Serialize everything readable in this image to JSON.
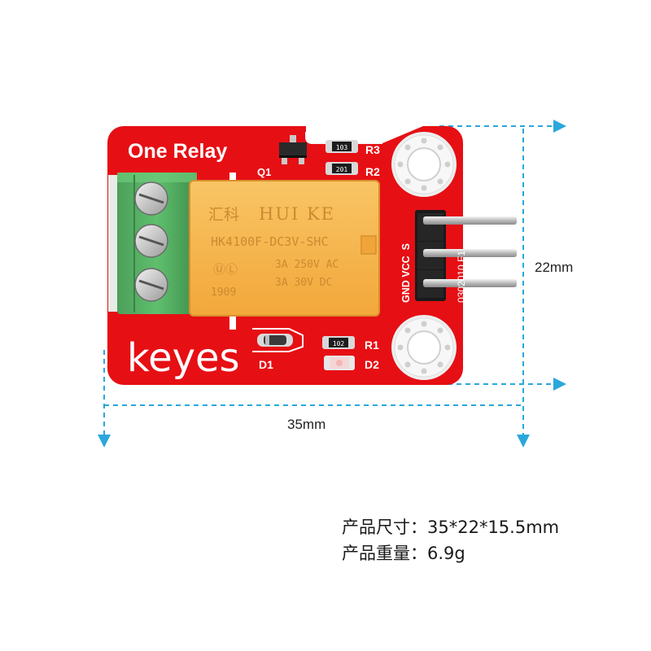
{
  "board": {
    "title": "One Relay",
    "brand": "keyes",
    "labels": {
      "q1": "Q1",
      "r1": "R1",
      "r2": "R2",
      "r3": "R3",
      "d1": "D1",
      "d2": "D2",
      "pins": "GND VCC  S",
      "pcb_code": "0302010 F1"
    },
    "smd_codes": {
      "r3": "103",
      "r2": "201",
      "r1": "102"
    },
    "relay": {
      "logo": "汇科",
      "brand": "HUI KE",
      "model": "HK4100F-DC3V-SHC",
      "rating_ac": "3A 250V AC",
      "rating_dc": "3A 30V DC",
      "date_code": "1909"
    },
    "colors": {
      "pcb": "#e60f14",
      "relay": "#f6b44a",
      "terminal": "#52ad62",
      "dimension": "#2aa7dc"
    }
  },
  "dimensions": {
    "width_label": "35mm",
    "height_label": "22mm"
  },
  "specs": {
    "size_label": "产品尺寸：",
    "size_value": "35*22*15.5mm",
    "weight_label": "产品重量：",
    "weight_value": "6.9g"
  }
}
